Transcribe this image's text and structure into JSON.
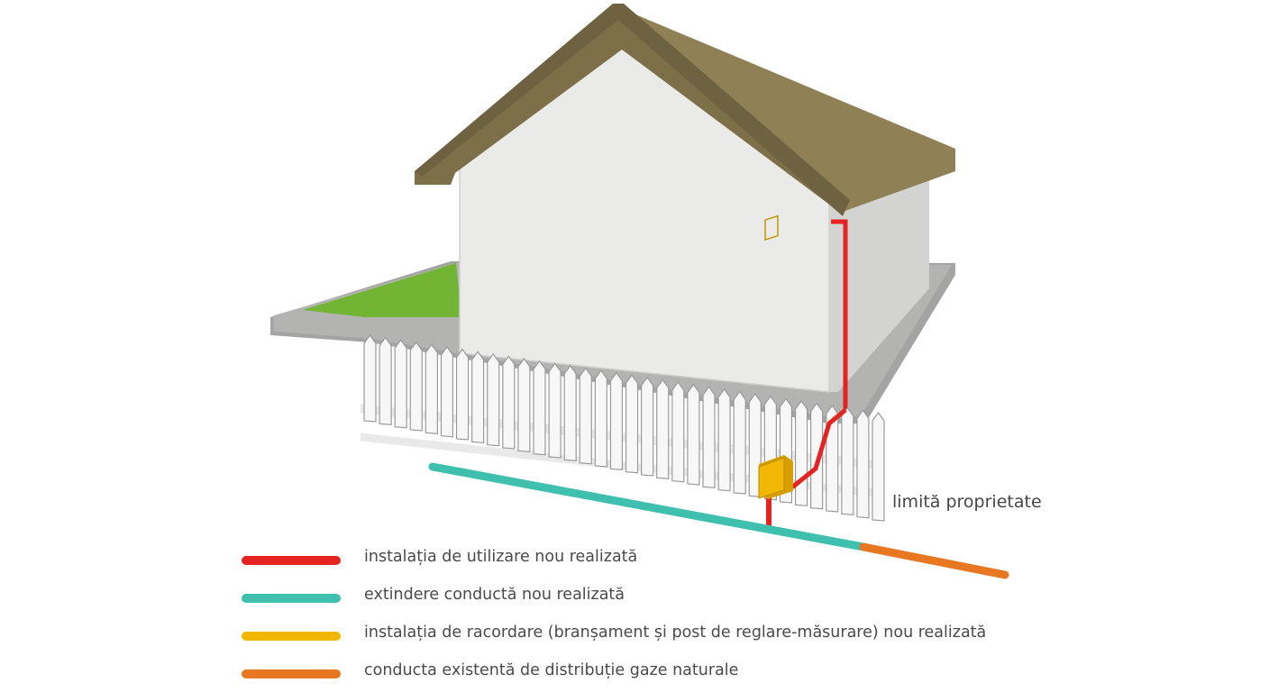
{
  "property_limit_label": "limită proprietate",
  "legend": [
    {
      "label": "instalația de utilizare nou realizată",
      "color": "#e52421"
    },
    {
      "label": "extindere conductă nou realizată",
      "color": "#3fbfad"
    },
    {
      "label": "instalația de racordare (branșament și post de reglare-măsurare) nou realizată",
      "color": "#f2b705"
    },
    {
      "label": "conducta existentă de distribuție gaze naturale",
      "color": "#e87722"
    }
  ],
  "colors": {
    "roof": "#8f8155",
    "roof_dark": "#6e6240",
    "wall_front": "#eaebe9",
    "wall_side": "#d3d4d1",
    "ground": "#a4a4a2",
    "grass": "#72b434",
    "fence": "#f7f7f7",
    "meter_box": "#f2b705",
    "utilization_pipe": "#e52421",
    "new_pipe": "#3fbfad",
    "existing_pipe": "#e87722"
  }
}
